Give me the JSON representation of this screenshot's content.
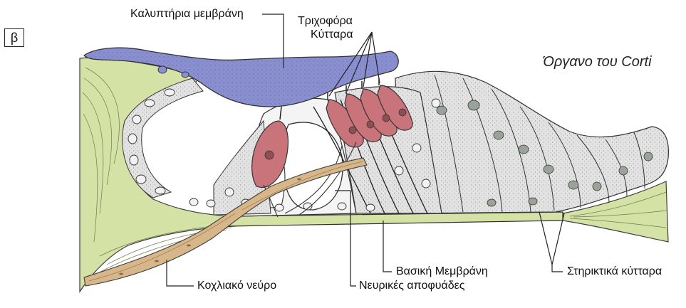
{
  "panel_letter": "β",
  "title": "Όργανο του Corti",
  "labels": {
    "tectorial": "Καλυπτήρια μεμβράνη",
    "hair_cells_1": "Τριχοφόρα",
    "hair_cells_2": "Κύτταρα",
    "cochlear_nerve": "Κοχλιακό νεύρο",
    "nerve_fibers": "Νευρικές αποφυάδες",
    "basilar": "Βασική Μεμβράνη",
    "supporting": "Στηρικτικά κύτταρα"
  },
  "colors": {
    "tectorial_membrane": "#8a8fd0",
    "hair_cell": "#c9737a",
    "supporting_tissue": "#d4e2a6",
    "cell_fill": "#e3e3e3",
    "nerve": "#d7b78a"
  }
}
